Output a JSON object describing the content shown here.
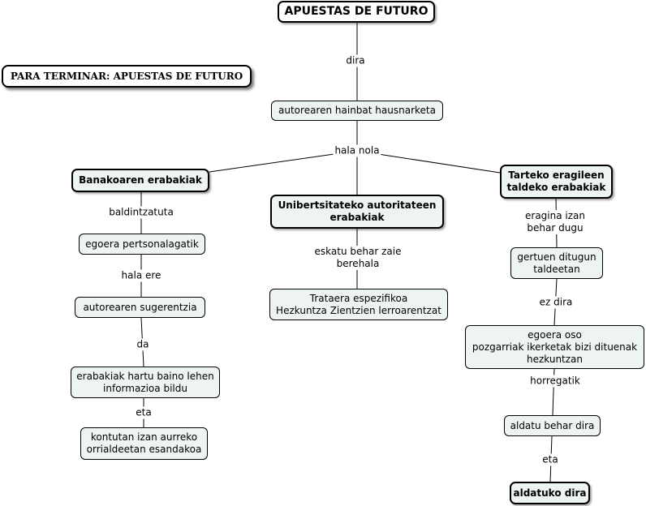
{
  "title_box": "PARA TERMINAR: APUESTAS DE FUTURO",
  "root": "APUESTAS DE FUTURO",
  "center": {
    "node": "autorearen hainbat hausnarketa",
    "link_top": "dira",
    "link_split": "hala nola"
  },
  "left": {
    "head": "Banakoaren erabakiak",
    "link1": "baldintzatuta",
    "node1": "egoera pertsonalagatik",
    "link2": "hala ere",
    "node2": "autorearen sugerentzia",
    "link3": "da",
    "node3": "erabakiak hartu baino lehen\ninformazioa bildu",
    "link4": "eta",
    "node4": "kontutan izan aurreko\norrialdeetan esandakoa"
  },
  "middle": {
    "head": "Unibertsitateko autoritateen\nerabakiak",
    "link1": "eskatu behar zaie\nberehala",
    "node1": "Trataera espezifikoa\nHezkuntza Zientzien lerroarentzat"
  },
  "right": {
    "head": "Tarteko eragileen\ntaldeko erabakiak",
    "link1": "eragina izan\nbehar dugu",
    "node1": "gertuen ditugun\ntaldeetan",
    "link2": "ez dira",
    "node2": "egoera oso\npozgarriak ikerketak bizi dituenak\nhezkuntzan",
    "link3": "horregatik",
    "node3": "aldatu behar dira",
    "link4": "eta",
    "node4": "aldatuko dira"
  }
}
